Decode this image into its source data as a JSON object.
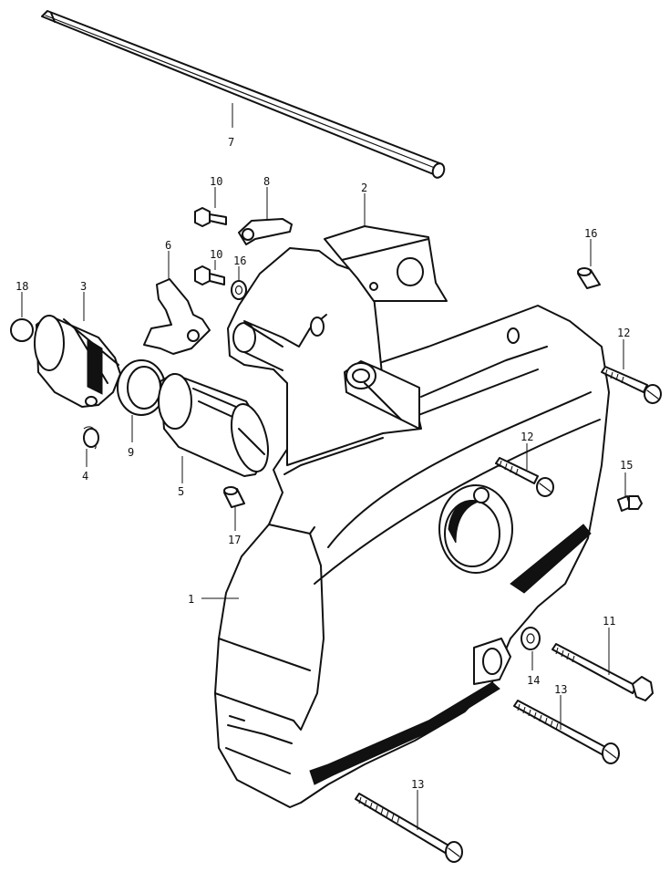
{
  "diagram": {
    "labels": [
      {
        "id": "p1",
        "text": "1"
      },
      {
        "id": "p2",
        "text": "2"
      },
      {
        "id": "p3",
        "text": "3"
      },
      {
        "id": "p4",
        "text": "4"
      },
      {
        "id": "p5",
        "text": "5"
      },
      {
        "id": "p6",
        "text": "6"
      },
      {
        "id": "p7",
        "text": "7"
      },
      {
        "id": "p8",
        "text": "8"
      },
      {
        "id": "p9",
        "text": "9"
      },
      {
        "id": "p10a",
        "text": "10"
      },
      {
        "id": "p10b",
        "text": "10"
      },
      {
        "id": "p11",
        "text": "11"
      },
      {
        "id": "p12a",
        "text": "12"
      },
      {
        "id": "p12b",
        "text": "12"
      },
      {
        "id": "p13a",
        "text": "13"
      },
      {
        "id": "p13b",
        "text": "13"
      },
      {
        "id": "p14",
        "text": "14"
      },
      {
        "id": "p15",
        "text": "15"
      },
      {
        "id": "p16a",
        "text": "16"
      },
      {
        "id": "p16b",
        "text": "16"
      },
      {
        "id": "p17",
        "text": "17"
      },
      {
        "id": "p18",
        "text": "18"
      }
    ]
  }
}
